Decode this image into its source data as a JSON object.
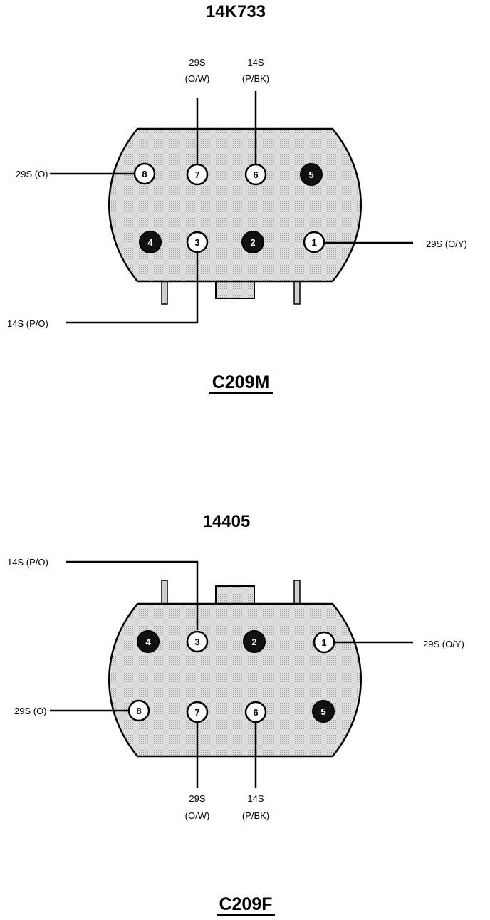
{
  "top": {
    "part_number": "14K733",
    "connector_name": "C209M",
    "pins": [
      {
        "num": "8",
        "state": "open"
      },
      {
        "num": "7",
        "state": "open"
      },
      {
        "num": "6",
        "state": "open"
      },
      {
        "num": "5",
        "state": "blocked"
      },
      {
        "num": "4",
        "state": "blocked"
      },
      {
        "num": "3",
        "state": "open"
      },
      {
        "num": "2",
        "state": "blocked"
      },
      {
        "num": "1",
        "state": "open"
      }
    ],
    "wires": {
      "pin8": "29S (O)",
      "pin7_line1": "29S",
      "pin7_line2": "(O/W)",
      "pin6_line1": "14S",
      "pin6_line2": "(P/BK)",
      "pin3": "14S (P/O)",
      "pin1": "29S (O/Y)"
    }
  },
  "bottom": {
    "part_number": "14405",
    "connector_name": "C209F",
    "pins": [
      {
        "num": "4",
        "state": "blocked"
      },
      {
        "num": "3",
        "state": "open"
      },
      {
        "num": "2",
        "state": "blocked"
      },
      {
        "num": "1",
        "state": "open"
      },
      {
        "num": "8",
        "state": "open"
      },
      {
        "num": "7",
        "state": "open"
      },
      {
        "num": "6",
        "state": "open"
      },
      {
        "num": "5",
        "state": "blocked"
      }
    ],
    "wires": {
      "pin3": "14S (P/O)",
      "pin1": "29S (O/Y)",
      "pin8": "29S (O)",
      "pin7_line1": "29S",
      "pin7_line2": "(O/W)",
      "pin6_line1": "14S",
      "pin6_line2": "(P/BK)"
    }
  }
}
